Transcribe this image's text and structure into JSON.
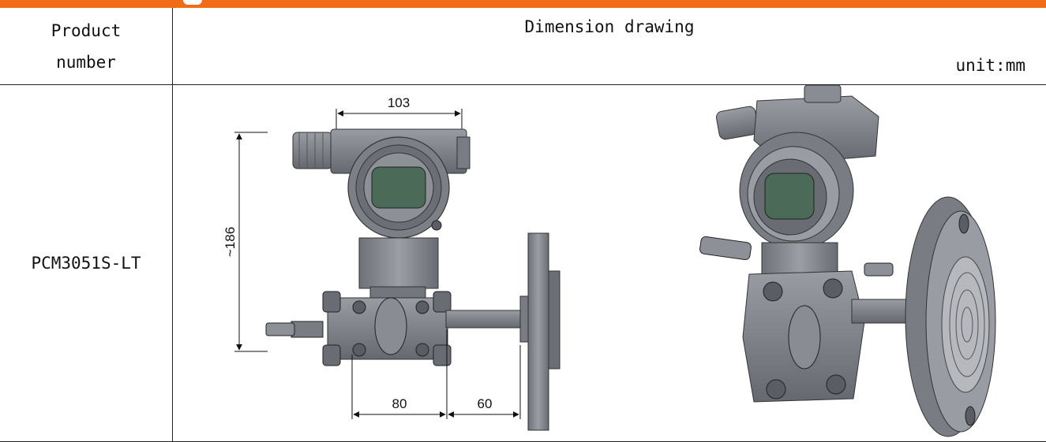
{
  "header": {
    "product_number_line1": "Product",
    "product_number_line2": "number",
    "drawing_title": "Dimension drawing",
    "unit": "unit:mm"
  },
  "row": {
    "product": "PCM3051S-LT"
  },
  "dimensions": {
    "width_top": "103",
    "height_left": "~186",
    "bottom_left": "80",
    "bottom_right": "60"
  },
  "colors": {
    "accent_bar": "#f26b16",
    "metal": "#8a8c94",
    "metal_dark": "#5b5d64",
    "lcd": "#4b6a57"
  }
}
